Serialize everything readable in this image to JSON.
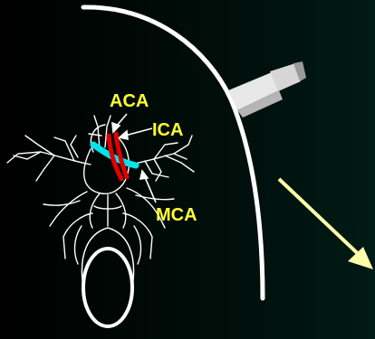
{
  "labels": {
    "aca": "ACA",
    "ica": "ICA",
    "mca": "MCA"
  },
  "colors": {
    "background": "#000000",
    "outline": "#ffffff",
    "label": "#ffff33",
    "ica_vessel": "#e00000",
    "aca_vessel": "#00e5ee",
    "direction_arrow": "#ffffaa",
    "probe": "#e6e6e6"
  }
}
